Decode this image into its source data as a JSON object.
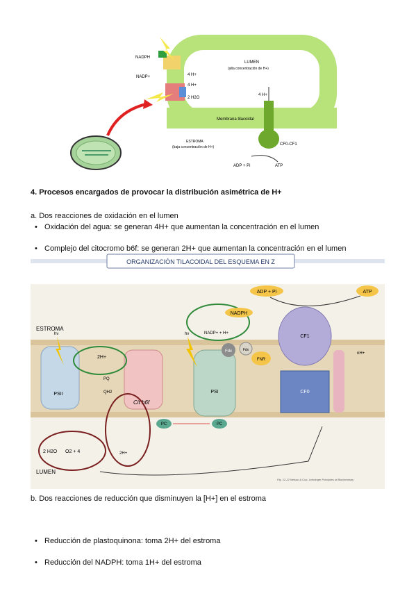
{
  "figure1": {
    "labels": {
      "nadph": "NADPH",
      "nadp": "NADP+",
      "four_h_out": "4 H+",
      "h_plus": "4 H+",
      "h2o": "2 H2O",
      "lumen": "LUMEN",
      "lumen_sub": "(alta concentración de H+)",
      "membrana": "Membrana tilacoidal",
      "estroma": "ESTROMA",
      "estroma_sub": "(baja concentración de H+)",
      "four_h_atp": "4 H+",
      "cf": "CF0-CF1",
      "adp": "ADP + Pi",
      "atp": "ATP"
    }
  },
  "section4": {
    "heading": "4. Procesos encargados de provocar la distribución asimétrica de H+",
    "a_intro": "a. Dos reacciones de oxidación en el lumen",
    "a_items": [
      "Oxidación del agua: se generan 4H+ que aumentan la concentración en el lumen",
      "Complejo del citocromo b6f: se generan 2H+ que aumentan la concentración en el lumen"
    ]
  },
  "figure2": {
    "banner": "ORGANIZACIÓN TILACOIDAL DEL ESQUEMA EN Z",
    "labels": {
      "estroma": "ESTROMA",
      "lumen": "LUMEN",
      "psii": "PSII",
      "psi": "PSI",
      "cit": "Cit b6f",
      "pq": "PQ",
      "qh2": "QH2",
      "pc1": "PC",
      "pc2": "PC",
      "h2o": "2 H2O",
      "o2": "O2 + 4",
      "nadph": "NADPH",
      "nadp": "NADP+ + H+",
      "fdx": "Fdx",
      "fdx_red": "Fdx",
      "fnr": "FNR",
      "adp": "ADP + Pi",
      "atp": "ATP",
      "cf1": "CF1",
      "cf0": "CF0",
      "two_h": "2H+",
      "h_out": "nH+",
      "h_lumen": "2H+",
      "hv1": "hν",
      "hv2": "hν",
      "credit": "Fig. 12.22 Nelson & Cox, Lehninger Principles of Biochemistry"
    }
  },
  "sectionB": {
    "b_intro": "b. Dos reacciones de reducción que disminuyen la [H+] en el estroma",
    "b_items": [
      "Reducción de plastoquinona: toma 2H+ del estroma",
      "Reducción del NADPH: toma 1H+ del estroma"
    ]
  }
}
